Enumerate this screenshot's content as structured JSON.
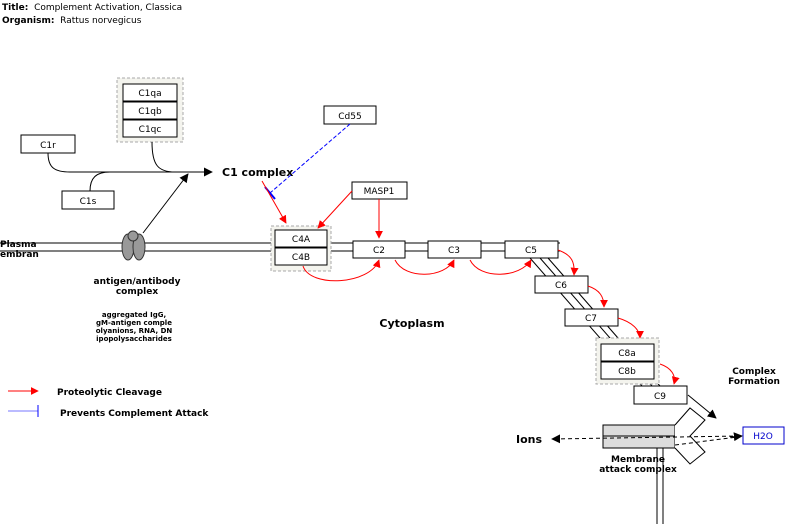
{
  "header": {
    "title_label": "Title:",
    "title_value": "Complement Activation, Classica",
    "organism_label": "Organism:",
    "organism_value": "Rattus norvegicus"
  },
  "nodes": {
    "c1qa": "C1qa",
    "c1qb": "C1qb",
    "c1qc": "C1qc",
    "c1r": "C1r",
    "c1s": "C1s",
    "cd55": "Cd55",
    "masp1": "MASP1",
    "c4a": "C4A",
    "c4b": "C4B",
    "c2": "C2",
    "c3": "C3",
    "c5": "C5",
    "c6": "C6",
    "c7": "C7",
    "c8a": "C8a",
    "c8b": "C8b",
    "c9": "C9",
    "h2o": "H2O"
  },
  "labels": {
    "c1_complex": "C1 complex",
    "plasma_membrane_1": "Plasma",
    "plasma_membrane_2": "embran",
    "antigen_antibody_1": "antigen/antibody",
    "antigen_antibody_2": "complex",
    "activators": [
      "aggregated IgG,",
      "gM-antigen comple",
      "olyanions, RNA, DN",
      "ipopolysaccharides"
    ],
    "cytoplasm": "Cytoplasm",
    "complex_formation_1": "Complex",
    "complex_formation_2": "Formation",
    "ions": "Ions",
    "mac_1": "Membrane",
    "mac_2": "attack complex"
  },
  "legend": {
    "proteolytic": "Proteolytic Cleavage",
    "prevents": "Prevents Complement Attack"
  },
  "colors": {
    "cleavage": "#ff0000",
    "inhibition": "#0000ff",
    "h2o": "#0000cc",
    "group_border": "#a9a9a9",
    "group_fill": "#f4f4ee"
  }
}
